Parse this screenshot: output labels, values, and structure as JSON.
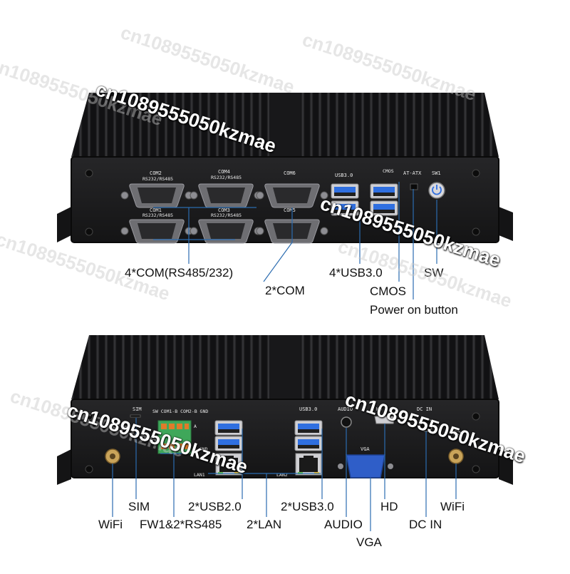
{
  "top_unit": {
    "port_labels": {
      "com2": "COM2",
      "com2_sub": "RS232/RS485",
      "com4": "COM4",
      "com4_sub": "RS232/RS485",
      "com6": "COM6",
      "com1": "COM1",
      "com1_sub": "RS232/RS485",
      "com3": "COM3",
      "com3_sub": "RS232/RS485",
      "com5": "COM5",
      "usb": "USB3.0",
      "cmos": "CMOS",
      "at_atx": "AT-ATX",
      "sw1": "SW1"
    },
    "callouts": {
      "com_485": "4*COM(RS485/232)",
      "com_232": "2*COM",
      "usb30": "4*USB3.0",
      "cmos": "CMOS",
      "power_button": "Power on button",
      "sw": "SW"
    }
  },
  "bottom_unit": {
    "port_labels": {
      "sim": "SIM",
      "terminal": "SW COM1-B COM2-B GND",
      "terminal_side_1": "A",
      "terminal_side_2": "A GND",
      "lan1": "LAN1",
      "lan2": "LAN2",
      "usb": "USB3.0",
      "audio": "AUDIO",
      "hd": "HD",
      "vga": "VGA",
      "dcin": "DC IN"
    },
    "callouts": {
      "wifi_left": "WiFi",
      "sim": "SIM",
      "fw_rs485": "FW1&2*RS485",
      "usb20": "2*USB2.0",
      "lan": "2*LAN",
      "usb30": "2*USB3.0",
      "audio": "AUDIO",
      "vga": "VGA",
      "hd": "HD",
      "dc_in": "DC IN",
      "wifi_right": "WiFi"
    }
  },
  "watermarks": [
    "cn1089555050kzmae",
    "cn1089555050kzmae",
    "cn1089555050kzmae",
    "cn1089555050kzmae",
    "cn1089555050kzmae",
    "cn1089555050kzmae",
    "cn1089555050kzmae",
    "cn1089555050kzmae",
    "cn1089555050kzmae",
    "cn1089555050kzmae"
  ],
  "colors": {
    "chassis": "#1d1d1f",
    "chassis_light": "#2c2c2e",
    "callout_line": "#2b6cb0",
    "terminal_green": "#3fa75a",
    "terminal_orange": "#e07b2a",
    "usb_blue": "#2f6fe0"
  }
}
